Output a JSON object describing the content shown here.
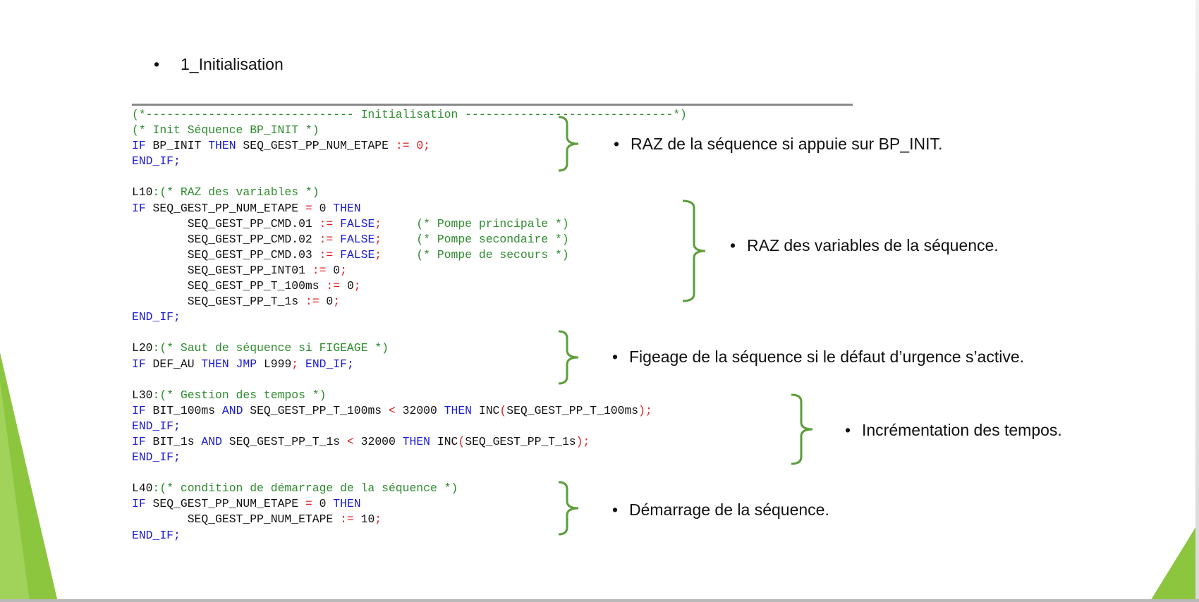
{
  "heading": {
    "bullet": "•",
    "text": "1_Initialisation"
  },
  "code": [
    [
      [
        "c",
        "(*------------------------------ Initialisation ------------------------------*)"
      ]
    ],
    [
      [
        "c",
        "(* Init Séquence BP_INIT *)"
      ]
    ],
    [
      [
        "k",
        "IF"
      ],
      [
        "t",
        " BP_INIT "
      ],
      [
        "k",
        "THEN"
      ],
      [
        "t",
        " SEQ_GEST_PP_NUM_ETAPE "
      ],
      [
        "o",
        ":="
      ],
      [
        "t",
        " "
      ],
      [
        "o",
        "0;"
      ]
    ],
    [
      [
        "k",
        "END_IF;"
      ]
    ],
    [
      [
        "t",
        ""
      ]
    ],
    [
      [
        "t",
        "L10"
      ],
      [
        "c",
        ":(* RAZ des variables *)"
      ]
    ],
    [
      [
        "k",
        "IF"
      ],
      [
        "t",
        " SEQ_GEST_PP_NUM_ETAPE "
      ],
      [
        "o",
        "="
      ],
      [
        "t",
        " 0 "
      ],
      [
        "k",
        "THEN"
      ]
    ],
    [
      [
        "t",
        "        SEQ_GEST_PP_CMD.01 "
      ],
      [
        "o",
        ":="
      ],
      [
        "t",
        " "
      ],
      [
        "k",
        "FALSE"
      ],
      [
        "o",
        ";"
      ],
      [
        "t",
        "     "
      ],
      [
        "c",
        "(* Pompe principale *)"
      ]
    ],
    [
      [
        "t",
        "        SEQ_GEST_PP_CMD.02 "
      ],
      [
        "o",
        ":="
      ],
      [
        "t",
        " "
      ],
      [
        "k",
        "FALSE"
      ],
      [
        "o",
        ";"
      ],
      [
        "t",
        "     "
      ],
      [
        "c",
        "(* Pompe secondaire *)"
      ]
    ],
    [
      [
        "t",
        "        SEQ_GEST_PP_CMD.03 "
      ],
      [
        "o",
        ":="
      ],
      [
        "t",
        " "
      ],
      [
        "k",
        "FALSE"
      ],
      [
        "o",
        ";"
      ],
      [
        "t",
        "     "
      ],
      [
        "c",
        "(* Pompe de secours *)"
      ]
    ],
    [
      [
        "t",
        "        SEQ_GEST_PP_INT01 "
      ],
      [
        "o",
        ":="
      ],
      [
        "t",
        " 0"
      ],
      [
        "o",
        ";"
      ]
    ],
    [
      [
        "t",
        "        SEQ_GEST_PP_T_100ms "
      ],
      [
        "o",
        ":="
      ],
      [
        "t",
        " 0"
      ],
      [
        "o",
        ";"
      ]
    ],
    [
      [
        "t",
        "        SEQ_GEST_PP_T_1s "
      ],
      [
        "o",
        ":="
      ],
      [
        "t",
        " 0"
      ],
      [
        "o",
        ";"
      ]
    ],
    [
      [
        "k",
        "END_IF;"
      ]
    ],
    [
      [
        "t",
        ""
      ]
    ],
    [
      [
        "t",
        "L20"
      ],
      [
        "c",
        ":(* Saut de séquence si FIGEAGE *)"
      ]
    ],
    [
      [
        "k",
        "IF"
      ],
      [
        "t",
        " DEF_AU "
      ],
      [
        "k",
        "THEN"
      ],
      [
        "t",
        " "
      ],
      [
        "k",
        "JMP"
      ],
      [
        "t",
        " L999"
      ],
      [
        "o",
        ";"
      ],
      [
        "t",
        " "
      ],
      [
        "k",
        "END_IF;"
      ]
    ],
    [
      [
        "t",
        ""
      ]
    ],
    [
      [
        "t",
        "L30"
      ],
      [
        "c",
        ":(* Gestion des tempos *)"
      ]
    ],
    [
      [
        "k",
        "IF"
      ],
      [
        "t",
        " BIT_100ms "
      ],
      [
        "k",
        "AND"
      ],
      [
        "t",
        " SEQ_GEST_PP_T_100ms "
      ],
      [
        "o",
        "<"
      ],
      [
        "t",
        " 32000 "
      ],
      [
        "k",
        "THEN"
      ],
      [
        "t",
        " INC"
      ],
      [
        "o",
        "("
      ],
      [
        "t",
        "SEQ_GEST_PP_T_100ms"
      ],
      [
        "o",
        ");"
      ]
    ],
    [
      [
        "k",
        "END_IF;"
      ]
    ],
    [
      [
        "k",
        "IF"
      ],
      [
        "t",
        " BIT_1s "
      ],
      [
        "k",
        "AND"
      ],
      [
        "t",
        " SEQ_GEST_PP_T_1s "
      ],
      [
        "o",
        "<"
      ],
      [
        "t",
        " 32000 "
      ],
      [
        "k",
        "THEN"
      ],
      [
        "t",
        " INC"
      ],
      [
        "o",
        "("
      ],
      [
        "t",
        "SEQ_GEST_PP_T_1s"
      ],
      [
        "o",
        ");"
      ]
    ],
    [
      [
        "k",
        "END_IF;"
      ]
    ],
    [
      [
        "t",
        ""
      ]
    ],
    [
      [
        "t",
        "L40"
      ],
      [
        "c",
        ":(* condition de démarrage de la séquence *)"
      ]
    ],
    [
      [
        "k",
        "IF"
      ],
      [
        "t",
        " SEQ_GEST_PP_NUM_ETAPE "
      ],
      [
        "o",
        "="
      ],
      [
        "t",
        " 0 "
      ],
      [
        "k",
        "THEN"
      ]
    ],
    [
      [
        "t",
        "        SEQ_GEST_PP_NUM_ETAPE "
      ],
      [
        "o",
        ":="
      ],
      [
        "t",
        " 10"
      ],
      [
        "o",
        ";"
      ]
    ],
    [
      [
        "k",
        "END_IF;"
      ]
    ]
  ],
  "notes": [
    {
      "bullet": "•",
      "text": "RAZ de la séquence si appuie sur BP_INIT."
    },
    {
      "bullet": "•",
      "text": "RAZ des variables de la séquence."
    },
    {
      "bullet": "•",
      "text": "Figeage de la séquence si le défaut d’urgence s’active."
    },
    {
      "bullet": "•",
      "text": "Incrémentation des tempos."
    },
    {
      "bullet": "•",
      "text": "Démarrage de la séquence."
    }
  ],
  "colors": {
    "comment": "#2e8b2e",
    "keyword": "#1a1ad6",
    "operator": "#e02020",
    "brace": "#5a9e3a",
    "accent_green": "#8cc63f"
  }
}
